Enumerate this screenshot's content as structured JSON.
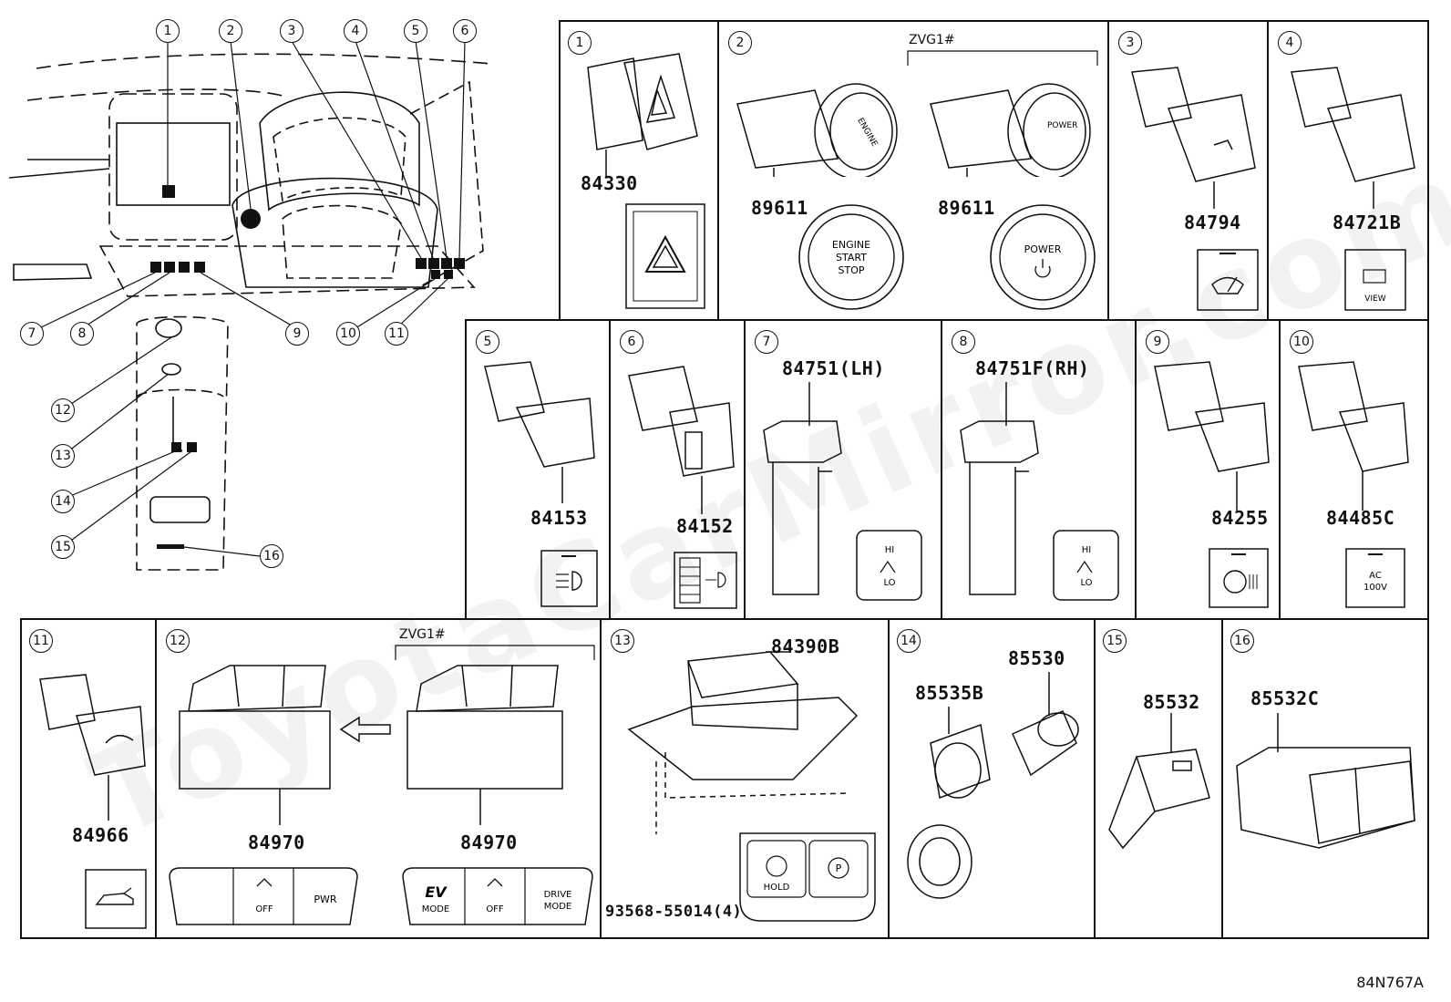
{
  "watermark": "ToyotaCarMirror.com",
  "diagram_code": "84N767A",
  "overview": {
    "callouts": [
      "1",
      "2",
      "3",
      "4",
      "5",
      "6",
      "7",
      "8",
      "9",
      "10",
      "11",
      "12",
      "13",
      "14",
      "15",
      "16"
    ]
  },
  "cells": [
    {
      "num": "1",
      "part": "84330"
    },
    {
      "num": "2",
      "part_a": "89611",
      "part_b": "89611",
      "group": "ZVG1#",
      "engine": [
        "ENGINE",
        "START",
        "STOP"
      ],
      "power": "POWER"
    },
    {
      "num": "3",
      "part": "84794"
    },
    {
      "num": "4",
      "part": "84721B",
      "label": "VIEW"
    },
    {
      "num": "5",
      "part": "84153"
    },
    {
      "num": "6",
      "part": "84152"
    },
    {
      "num": "7",
      "part": "84751(LH)",
      "hi": "HI",
      "lo": "LO"
    },
    {
      "num": "8",
      "part": "84751F(RH)",
      "hi": "HI",
      "lo": "LO"
    },
    {
      "num": "9",
      "part": "84255"
    },
    {
      "num": "10",
      "part": "84485C",
      "label": [
        "AC",
        "100V"
      ]
    },
    {
      "num": "11",
      "part": "84966"
    },
    {
      "num": "12",
      "part_a": "84970",
      "part_b": "84970",
      "group": "ZVG1#",
      "off": "OFF",
      "pwr": "PWR",
      "ev": "EV",
      "mode": "MODE",
      "drive": [
        "DRIVE",
        "MODE"
      ]
    },
    {
      "num": "13",
      "part": "84390B",
      "screw": "93568-55014(4)",
      "hold": "HOLD",
      "p": "P"
    },
    {
      "num": "14",
      "part_a": "85535B",
      "part_b": "85530"
    },
    {
      "num": "15",
      "part": "85532"
    },
    {
      "num": "16",
      "part": "85532C"
    }
  ]
}
